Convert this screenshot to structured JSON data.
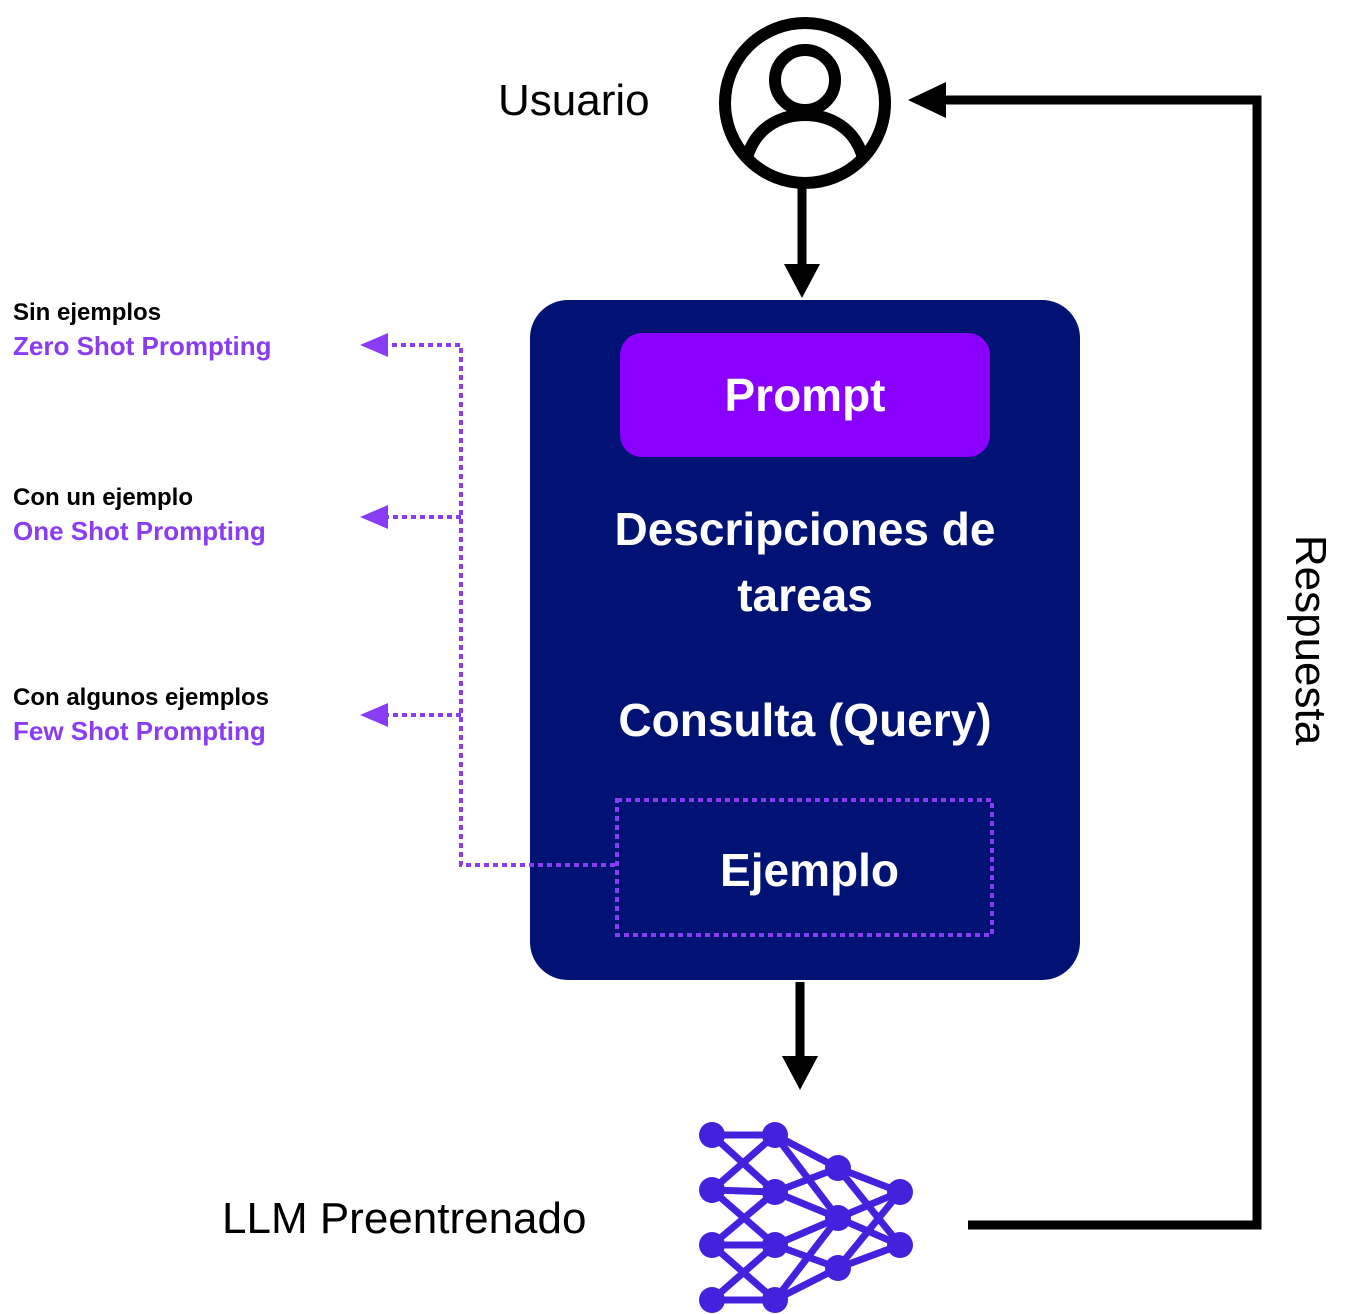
{
  "user": {
    "label": "Usuario",
    "icon": "user-icon"
  },
  "prompt_panel": {
    "title": "Prompt",
    "task_descriptions": "Descripciones de tareas",
    "query": "Consulta (Query)",
    "example": "Ejemplo"
  },
  "techniques": [
    {
      "title": "Sin ejemplos",
      "name": "Zero Shot Prompting"
    },
    {
      "title": "Con un ejemplo",
      "name": "One Shot Prompting"
    },
    {
      "title": "Con algunos ejemplos",
      "name": "Few Shot Prompting"
    }
  ],
  "model": {
    "label": "LLM Preentrenado",
    "icon": "neural-network-icon"
  },
  "feedback": {
    "label": "Respuesta"
  },
  "colors": {
    "panel": "#001374",
    "prompt": "#8a00ff",
    "accent": "#8a3cf5",
    "network": "#4422dd"
  }
}
